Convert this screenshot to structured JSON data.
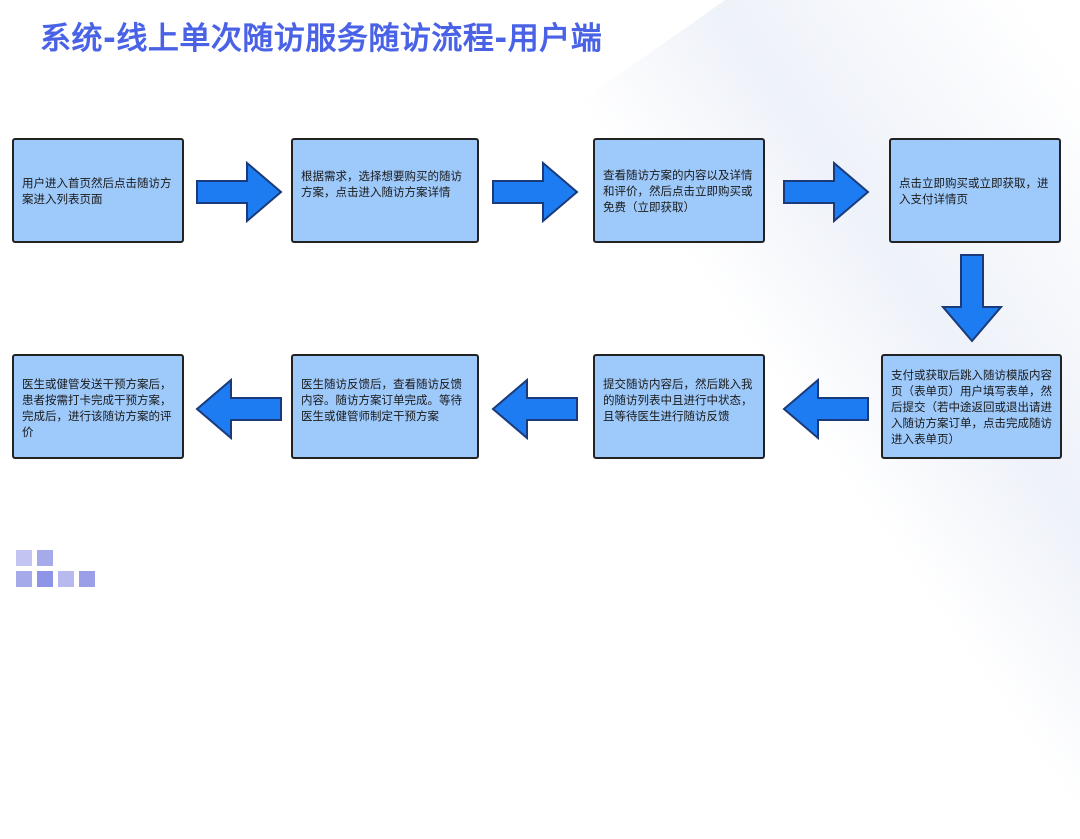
{
  "title": "系统-线上单次随访服务随访流程-用户端",
  "colors": {
    "title": "#4a63e6",
    "box_fill": "#9ec9fb",
    "arrow_fill": "#1e7cf2",
    "arrow_stroke": "#1a3a7a"
  },
  "steps": [
    {
      "id": 1,
      "text": "用户进入首页然后点击随访方案进入列表页面"
    },
    {
      "id": 2,
      "text": "根据需求，选择想要购买的随访方案，点击进入随访方案详情"
    },
    {
      "id": 3,
      "text": "查看随访方案的内容以及详情和评价，然后点击立即购买或免费（立即获取）"
    },
    {
      "id": 4,
      "text": "点击立即购买或立即获取，进入支付详情页"
    },
    {
      "id": 5,
      "text": "支付或获取后跳入随访模版内容页（表单页）用户填写表单，然后提交（若中途返回或退出请进入随访方案订单，点击完成随访进入表单页）"
    },
    {
      "id": 6,
      "text": "提交随访内容后，然后跳入我的随访列表中且进行中状态，且等待医生进行随访反馈"
    },
    {
      "id": 7,
      "text": "医生随访反馈后，查看随访反馈内容。随访方案订单完成。等待医生或健管师制定干预方案"
    },
    {
      "id": 8,
      "text": "医生或健管发送干预方案后，患者按需打卡完成干预方案，完成后，进行该随访方案的评价"
    }
  ]
}
